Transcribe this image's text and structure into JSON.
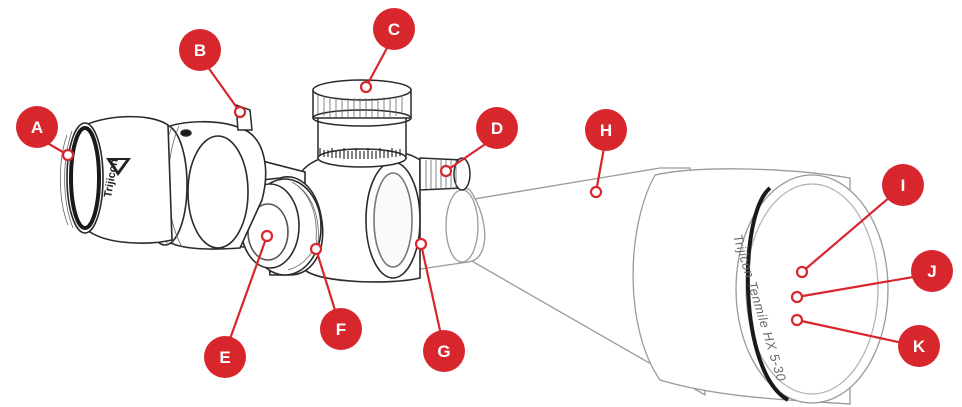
{
  "diagram": {
    "labels": [
      "A",
      "B",
      "C",
      "D",
      "E",
      "F",
      "G",
      "H",
      "I",
      "J",
      "K"
    ],
    "brand_mark": "Trijicon",
    "model_text": "Trijicon Tenmile HX 5-30",
    "colors": {
      "callout": "#d8262d",
      "outline": "#2a2a2a",
      "light_outline": "#9a9a9a",
      "fill": "#ffffff"
    }
  }
}
